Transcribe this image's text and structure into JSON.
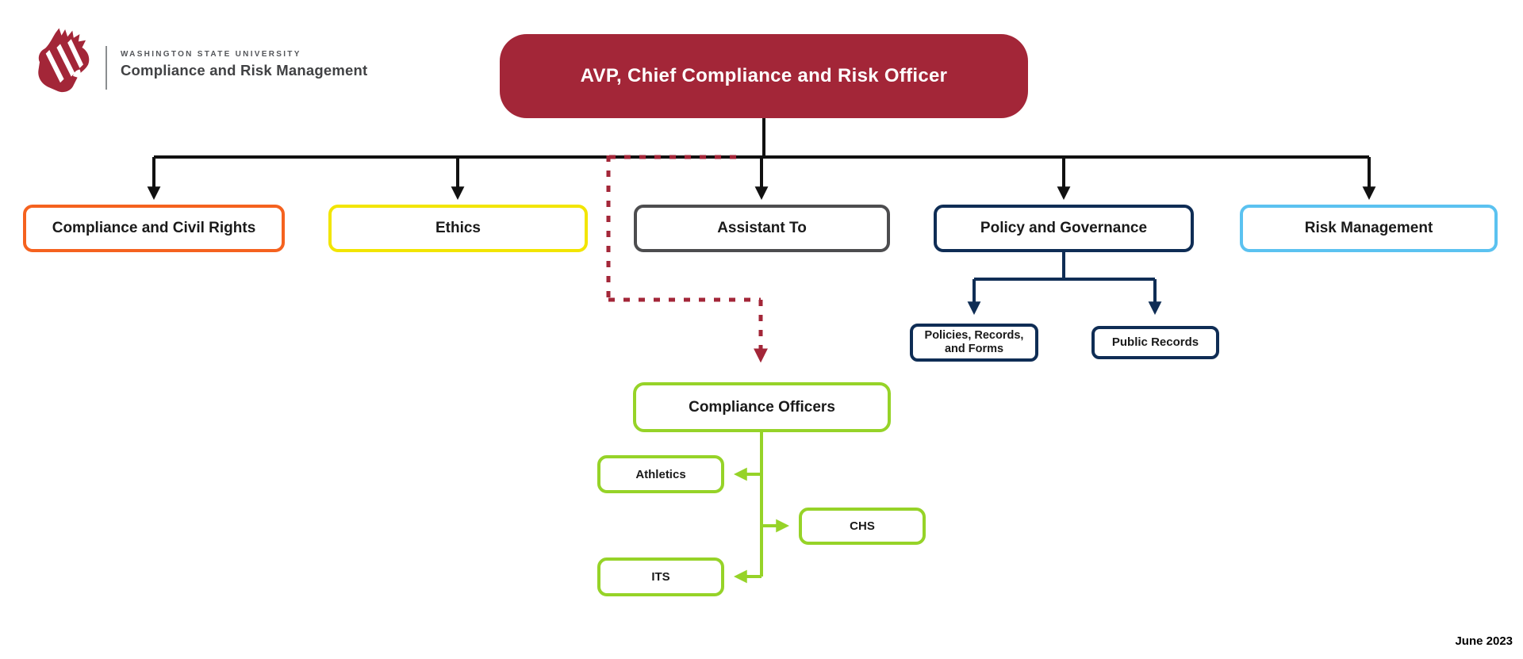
{
  "page": {
    "background": "#FFFFFF",
    "footer_date": "June 2023"
  },
  "branding": {
    "university": "WASHINGTON STATE UNIVERSITY",
    "department": "Compliance and Risk Management",
    "logo": "wsu-cougar-logo",
    "logo_color": "#A32638"
  },
  "palette": {
    "crimson": "#A32638",
    "black_line": "#111111",
    "orange": "#F5621F",
    "yellow": "#F2E500",
    "gray": "#4D4D4F",
    "navy": "#0F2D55",
    "light_blue": "#5BC2F0",
    "green": "#96D328",
    "dashed_reporting_line": "#A32638"
  },
  "org_chart": {
    "root": {
      "label": "AVP, Chief Compliance and Risk Officer",
      "fill": "#A32638",
      "text_color": "#FFFFFF"
    },
    "level2": [
      {
        "label": "Compliance and Civil Rights",
        "border_color": "#F5621F"
      },
      {
        "label": "Ethics",
        "border_color": "#F2E500"
      },
      {
        "label": "Assistant To",
        "border_color": "#4D4D4F"
      },
      {
        "label": "Policy and Governance",
        "border_color": "#0F2D55"
      },
      {
        "label": "Risk Management",
        "border_color": "#5BC2F0"
      }
    ],
    "policy_children": [
      {
        "label": "Policies, Records, and Forms",
        "border_color": "#0F2D55"
      },
      {
        "label": "Public Records",
        "border_color": "#0F2D55"
      }
    ],
    "dotted_branch": {
      "line_style": "dashed",
      "line_color": "#A32638",
      "node": {
        "label": "Compliance Officers",
        "border_color": "#96D328"
      },
      "children": [
        {
          "label": "Athletics",
          "border_color": "#96D328"
        },
        {
          "label": "CHS",
          "border_color": "#96D328"
        },
        {
          "label": "ITS",
          "border_color": "#96D328"
        }
      ]
    }
  }
}
